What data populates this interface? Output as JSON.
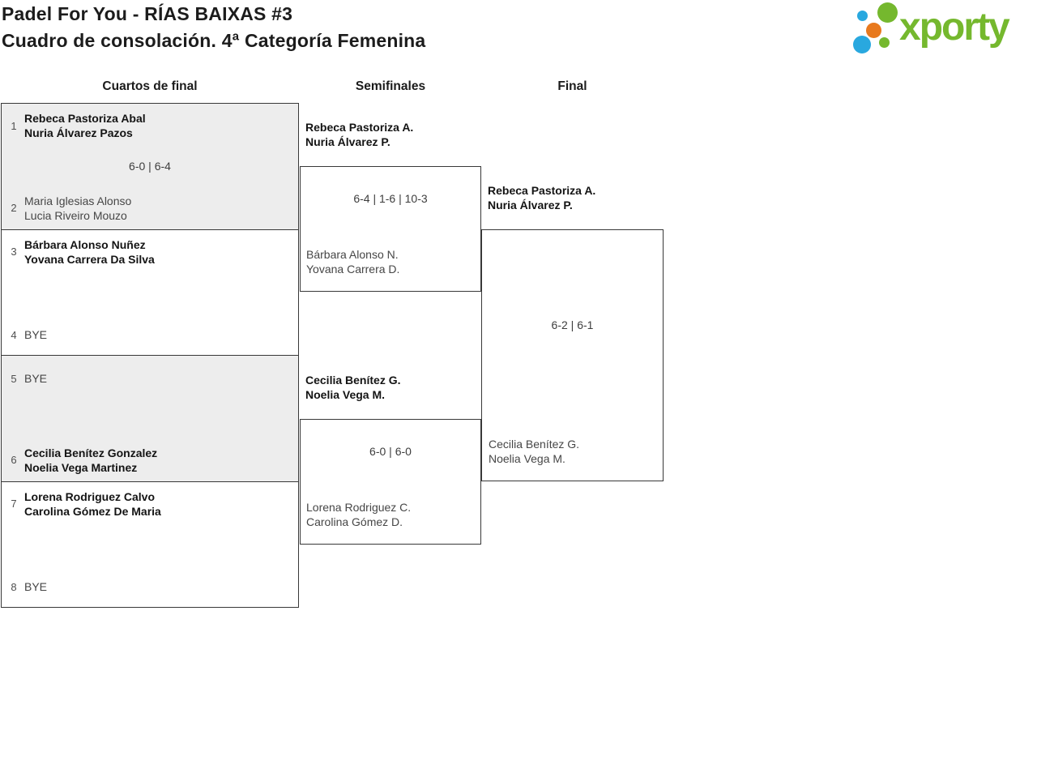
{
  "header": {
    "title_line1": "Padel For You - RÍAS BAIXAS #3",
    "title_line2": "Cuadro de consolación. 4ª Categoría Femenina",
    "logo_text": "xporty"
  },
  "colors": {
    "logo_green": "#75b82e",
    "logo_blue": "#29a8df",
    "logo_orange": "#e8791e",
    "box_shaded": "#ededed",
    "border": "#383838"
  },
  "bracket": {
    "rounds": [
      {
        "label": "Cuartos de final"
      },
      {
        "label": "Semifinales"
      },
      {
        "label": "Final"
      }
    ],
    "quarterfinals": [
      {
        "seed_top": "1",
        "top_line1": "Rebeca Pastoriza Abal",
        "top_line2": "Nuria Álvarez Pazos",
        "score": "6-0 | 6-4",
        "seed_bottom": "2",
        "bottom_line1": "Maria Iglesias Alonso",
        "bottom_line2": "Lucia Riveiro Mouzo"
      },
      {
        "seed_top": "3",
        "top_line1": "Bárbara Alonso Nuñez",
        "top_line2": "Yovana Carrera Da Silva",
        "score": "",
        "seed_bottom": "4",
        "bottom_line1": "BYE"
      },
      {
        "seed_top": "5",
        "top_line1": "BYE",
        "score": "",
        "seed_bottom": "6",
        "bottom_line1": "Cecilia Benítez Gonzalez",
        "bottom_line2": "Noelia Vega Martinez"
      },
      {
        "seed_top": "7",
        "top_line1": "Lorena Rodriguez Calvo",
        "top_line2": "Carolina Gómez De Maria",
        "score": "",
        "seed_bottom": "8",
        "bottom_line1": "BYE"
      }
    ],
    "semifinals": [
      {
        "winner_line1": "Rebeca Pastoriza A.",
        "winner_line2": "Nuria Álvarez P.",
        "score": "6-4 | 1-6 | 10-3",
        "loser_line1": "Bárbara Alonso N.",
        "loser_line2": "Yovana Carrera D."
      },
      {
        "winner_line1": "Cecilia Benítez G.",
        "winner_line2": "Noelia Vega M.",
        "score": "6-0 | 6-0",
        "loser_line1": "Lorena Rodriguez C.",
        "loser_line2": "Carolina Gómez D."
      }
    ],
    "final": {
      "winner_line1": "Rebeca Pastoriza A.",
      "winner_line2": "Nuria Álvarez P.",
      "score": "6-2 | 6-1",
      "loser_line1": "Cecilia Benítez G.",
      "loser_line2": "Noelia Vega M."
    }
  }
}
